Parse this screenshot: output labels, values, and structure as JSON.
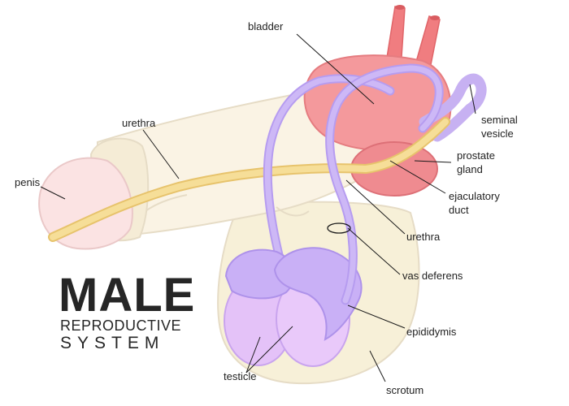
{
  "title": {
    "main": "MALE",
    "line2": "REPRODUCTIVE",
    "line3": "SYSTEM"
  },
  "labels": {
    "bladder": "bladder",
    "seminal_line1": "seminal",
    "seminal_line2": "vesicle",
    "prostate_line1": "prostate",
    "prostate_line2": "gland",
    "ejaculatory_line1": "ejaculatory",
    "ejaculatory_line2": "duct",
    "urethra_right": "urethra",
    "vas_deferens": "vas deferens",
    "epididymis": "epididymis",
    "scrotum": "scrotum",
    "testicle": "testicle",
    "penis": "penis",
    "urethra_left": "urethra"
  },
  "colors": {
    "skin": "#faf3e4",
    "skin_outline": "#e6dcc6",
    "glans": "#fbe3e3",
    "bladder": "#f4999c",
    "prostate": "#ef8b90",
    "vessel": "#f07d80",
    "duct_purple": "#c7b1f2",
    "testicle": "#e4c2f8",
    "epididymis": "#c9b0f6",
    "urethra_yellow": "#f6de98",
    "scrotum": "#f7f0d8"
  }
}
